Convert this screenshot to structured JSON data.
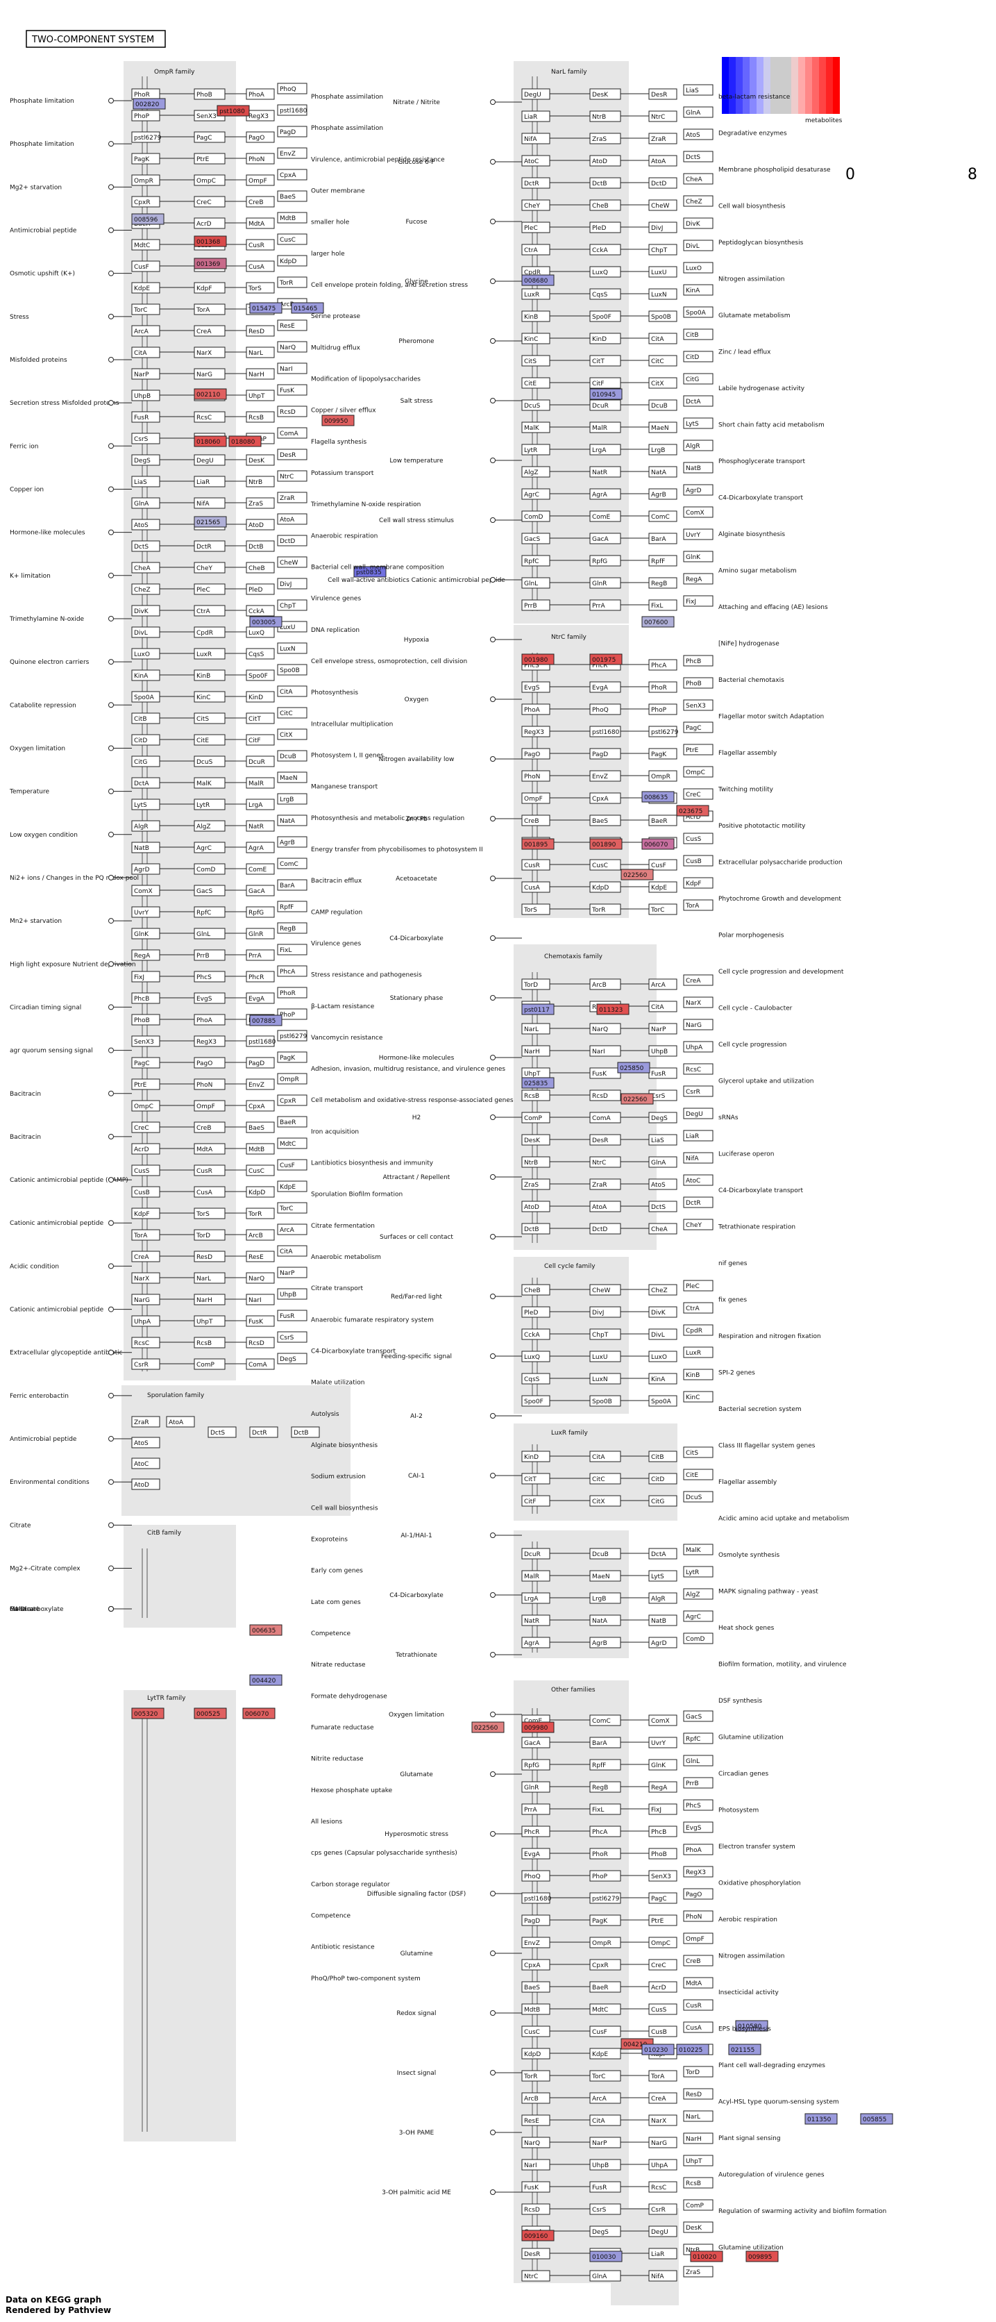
{
  "title": "TWO-COMPONENT SYSTEM",
  "legend": {
    "label": "metabolites",
    "min_value": "0",
    "max_value": "8",
    "colors": [
      "#0000ff",
      "#2222ff",
      "#4444ff",
      "#6666ff",
      "#8888ff",
      "#aaaaff",
      "#ccccee",
      "#cccccc",
      "#cccccc",
      "#cccccc",
      "#eecccc",
      "#ffaaaa",
      "#ff8888",
      "#ff6666",
      "#ff4444",
      "#ff2222",
      "#ff0000"
    ]
  },
  "footer": {
    "line1": "Data on KEGG graph",
    "line2": "Rendered by Pathview"
  },
  "families": [
    "OmpR family",
    "NarL family",
    "NtrC family",
    "Chemotaxis family",
    "Cell cycle family",
    "Sporulation family",
    "LuxR family",
    "CitB family",
    "LytTR family",
    "Other families"
  ],
  "signals_left": [
    "Phosphate limitation",
    "Phosphate limitation",
    "Mg2+ starvation",
    "Antimicrobial peptide",
    "Osmotic upshift (K+)",
    "Stress",
    "Misfolded proteins",
    "Secretion stress Misfolded proteins",
    "Ferric ion",
    "Copper ion",
    "Hormone-like molecules",
    "K+ limitation",
    "Trimethylamine N-oxide",
    "Quinone electron carriers",
    "Catabolite repression",
    "Oxygen limitation",
    "Temperature",
    "Low oxygen condition",
    "Ni2+ ions / Changes in the PQ redox pool",
    "Mn2+ starvation",
    "High light exposure Nutrient deprivation",
    "Circadian timing signal",
    "agr quorum sensing signal",
    "Bacitracin",
    "Bacitracin",
    "Cationic antimicrobial peptide (CAMP)",
    "Cationic antimicrobial peptide",
    "Acidic condition",
    "Cationic antimicrobial peptide",
    "Extracellular glycopeptide antibiotic",
    "Ferric enterobactin",
    "Antimicrobial peptide",
    "Environmental conditions",
    "Citrate",
    "Mg2+-Citrate complex",
    "Fumarate",
    "C4-Dicarboxylate",
    "Malate"
  ],
  "signals_middle": [
    "Nitrate / Nitrite",
    "Glucose 6-P",
    "Fucose",
    "Glycine",
    "Pheromone",
    "Salt stress",
    "Low temperature",
    "Cell wall stress stimulus",
    "Cell wall-active antibiotics Cationic antimicrobial peptide",
    "Hypoxia",
    "Oxygen",
    "Nitrogen availability low",
    "Zn / Pb",
    "Acetoacetate",
    "C4-Dicarboxylate",
    "Stationary phase",
    "Hormone-like molecules",
    "H2",
    "Attractant / Repellent",
    "Surfaces or cell contact",
    "Red/Far-red light",
    "Feeding-specific signal",
    "AI-2",
    "CAI-1",
    "AI-1/HAI-1",
    "C4-Dicarboxylate",
    "Tetrathionate",
    "Oxygen limitation",
    "Glutamate",
    "Hyperosmotic stress",
    "Diffusible signaling factor (DSF)",
    "Glutamine",
    "Redox signal",
    "Insect signal",
    "3-OH PAME",
    "3-OH palmitic acid ME"
  ],
  "genes": [
    "PhoR",
    "PhoB",
    "PhoA",
    "PhoQ",
    "PhoP",
    "SenX3",
    "RegX3",
    "pstl1680",
    "pstl6279",
    "PagC",
    "PagO",
    "PagD",
    "PagK",
    "PtrE",
    "PhoN",
    "EnvZ",
    "OmpR",
    "OmpC",
    "OmpF",
    "CpxA",
    "CpxR",
    "CreC",
    "CreB",
    "BaeS",
    "BaeR",
    "AcrD",
    "MdtA",
    "MdtB",
    "MdtC",
    "CusS",
    "CusR",
    "CusC",
    "CusF",
    "CusB",
    "CusA",
    "KdpD",
    "KdpE",
    "KdpF",
    "TorS",
    "TorR",
    "TorC",
    "TorA",
    "TorD",
    "ArcB",
    "ArcA",
    "CreA",
    "ResD",
    "ResE",
    "CitA",
    "NarX",
    "NarL",
    "NarQ",
    "NarP",
    "NarG",
    "NarH",
    "NarI",
    "UhpB",
    "UhpA",
    "UhpT",
    "FusK",
    "FusR",
    "RcsC",
    "RcsB",
    "RcsD",
    "CsrS",
    "CsrR",
    "ComP",
    "ComA",
    "DegS",
    "DegU",
    "DesK",
    "DesR",
    "LiaS",
    "LiaR",
    "NtrB",
    "NtrC",
    "GlnA",
    "NifA",
    "ZraS",
    "ZraR",
    "AtoS",
    "AtoC",
    "AtoD",
    "AtoA",
    "DctS",
    "DctR",
    "DctB",
    "DctD",
    "CheA",
    "CheY",
    "CheB",
    "CheW",
    "CheZ",
    "PleC",
    "PleD",
    "DivJ",
    "DivK",
    "CtrA",
    "CckA",
    "ChpT",
    "DivL",
    "CpdR",
    "LuxQ",
    "LuxU",
    "LuxO",
    "LuxR",
    "CqsS",
    "LuxN",
    "KinA",
    "KinB",
    "Spo0F",
    "Spo0B",
    "Spo0A",
    "KinC",
    "KinD",
    "CitA",
    "CitB",
    "CitS",
    "CitT",
    "CitC",
    "CitD",
    "CitE",
    "CitF",
    "CitX",
    "CitG",
    "DcuS",
    "DcuR",
    "DcuB",
    "DctA",
    "MalK",
    "MalR",
    "MaeN",
    "LytS",
    "LytR",
    "LrgA",
    "LrgB",
    "AlgR",
    "AlgZ",
    "NatR",
    "NatA",
    "NatB",
    "AgrC",
    "AgrA",
    "AgrB",
    "AgrD",
    "ComD",
    "ComE",
    "ComC",
    "ComX",
    "GacS",
    "GacA",
    "BarA",
    "UvrY",
    "RpfC",
    "RpfG",
    "RpfF",
    "GlnK",
    "GlnL",
    "GlnR",
    "RegB",
    "RegA",
    "PrrB",
    "PrrA",
    "FixL",
    "FixJ",
    "PhcS",
    "PhcR",
    "PhcA",
    "PhcB",
    "EvgS",
    "EvgA"
  ],
  "annotations": [
    "Phosphate assimilation",
    "Phosphate assimilation",
    "Virulence, antimicrobial peptide resistance",
    "Outer membrane",
    "smaller hole",
    "larger hole",
    "Cell envelope protein folding, and secretion stress",
    "Serine protease",
    "Multidrug efflux",
    "Modification of lipopolysaccharides",
    "Copper / silver efflux",
    "Flagella synthesis",
    "Potassium transport",
    "Trimethylamine N-oxide respiration",
    "Anaerobic respiration",
    "Bacterial cell wall, membrane composition",
    "Virulence genes",
    "DNA replication",
    "Cell envelope stress, osmoprotection, cell division",
    "Photosynthesis",
    "Intracellular multiplication",
    "Photosystem I, II genes",
    "Manganese transport",
    "Photosynthesis and metabolic process regulation",
    "Energy transfer from phycobilisomes to photosystem II",
    "Bacitracin efflux",
    "CAMP regulation",
    "Virulence genes",
    "Stress resistance and pathogenesis",
    "β-Lactam resistance",
    "Vancomycin resistance",
    "Adhesion, invasion, multidrug resistance, and virulence genes",
    "Cell metabolism and oxidative-stress response-associated genes",
    "Iron acquisition",
    "Lantibiotics biosynthesis and immunity",
    "Sporulation Biofilm formation",
    "Citrate fermentation",
    "Anaerobic metabolism",
    "Citrate transport",
    "Anaerobic fumarate respiratory system",
    "C4-Dicarboxylate transport",
    "Malate utilization",
    "Autolysis",
    "Alginate biosynthesis",
    "Sodium extrusion",
    "Cell wall biosynthesis",
    "Exoproteins",
    "Early com genes",
    "Late com genes",
    "Competence",
    "Nitrate reductase",
    "Formate dehydrogenase",
    "Fumarate reductase",
    "Nitrite reductase",
    "Hexose phosphate uptake",
    "All lesions",
    "cps genes (Capsular polysaccharide synthesis)",
    "Carbon storage regulator",
    "Competence",
    "Antibiotic resistance",
    "PhoQ/PhoP two-component system",
    "beta-lactam resistance",
    "Degradative enzymes",
    "Membrane phospholipid desaturase",
    "Cell wall biosynthesis",
    "Peptidoglycan biosynthesis",
    "Nitrogen assimilation",
    "Glutamate metabolism",
    "Zinc / lead efflux",
    "Labile hydrogenase activity",
    "Short chain fatty acid metabolism",
    "Phosphoglycerate transport",
    "C4-Dicarboxylate transport",
    "Alginate biosynthesis",
    "Amino sugar metabolism",
    "Attaching and effacing (AE) lesions",
    "[NiFe] hydrogenase",
    "Bacterial chemotaxis",
    "Flagellar motor switch Adaptation",
    "Flagellar assembly",
    "Twitching motility",
    "Positive phototactic motility",
    "Extracellular polysaccharide production",
    "Phytochrome Growth and development",
    "Polar morphogenesis",
    "Cell cycle progression and development",
    "Cell cycle - Caulobacter",
    "Cell cycle progression",
    "Glycerol uptake and utilization",
    "sRNAs",
    "Luciferase operon",
    "C4-Dicarboxylate transport",
    "Tetrathionate respiration",
    "nif genes",
    "fix genes",
    "Respiration and nitrogen fixation",
    "SPI-2 genes",
    "Bacterial secretion system",
    "Class III flagellar system genes",
    "Flagellar assembly",
    "Acidic amino acid uptake and metabolism",
    "Osmolyte synthesis",
    "MAPK signaling pathway - yeast",
    "Heat shock genes",
    "Biofilm formation, motility, and virulence",
    "DSF synthesis",
    "Glutamine utilization",
    "Circadian genes",
    "Photosystem",
    "Electron transfer system",
    "Oxidative phosphorylation",
    "Aerobic respiration",
    "Nitrogen assimilation",
    "Insecticidal activity",
    "EPS biosynthesis",
    "Plant cell wall-degrading enzymes",
    "Acyl-HSL type quorum-sensing system",
    "Plant signal sensing",
    "Autoregulation of virulence genes",
    "Regulation of swarming activity and biofilm formation",
    "Glutamine utilization"
  ],
  "colored_nodes": [
    {
      "label": "002820",
      "color": "#9a9adc"
    },
    {
      "label": "pst1080",
      "color": "#d94a4a"
    },
    {
      "label": "001368",
      "color": "#d94a4a"
    },
    {
      "label": "001369",
      "color": "#c86a8a"
    },
    {
      "label": "008596",
      "color": "#b0b0d8"
    },
    {
      "label": "015475",
      "color": "#9a9adc"
    },
    {
      "label": "015465",
      "color": "#9a9adc"
    },
    {
      "label": "002110",
      "color": "#e06060"
    },
    {
      "label": "009950",
      "color": "#e06060"
    },
    {
      "label": "018060",
      "color": "#e05050"
    },
    {
      "label": "018080",
      "color": "#e05050"
    },
    {
      "label": "021565",
      "color": "#b0b0d8"
    },
    {
      "label": "pst0835",
      "color": "#7070e0"
    },
    {
      "label": "003005",
      "color": "#9a9adc"
    },
    {
      "label": "007885",
      "color": "#9a9adc"
    },
    {
      "label": "006635",
      "color": "#e08080"
    },
    {
      "label": "004420",
      "color": "#9a9adc"
    },
    {
      "label": "005320",
      "color": "#e06060"
    },
    {
      "label": "000525",
      "color": "#e06060"
    },
    {
      "label": "006070",
      "color": "#e06060"
    },
    {
      "label": "008680",
      "color": "#9a9adc"
    },
    {
      "label": "010945",
      "color": "#9a9adc"
    },
    {
      "label": "007600",
      "color": "#b0b0d8"
    },
    {
      "label": "001980",
      "color": "#e05050"
    },
    {
      "label": "001975",
      "color": "#e05050"
    },
    {
      "label": "008635",
      "color": "#9a9adc"
    },
    {
      "label": "022560",
      "color": "#e08080"
    },
    {
      "label": "023675",
      "color": "#e06060"
    },
    {
      "label": "001895",
      "color": "#e06060"
    },
    {
      "label": "001890",
      "color": "#e06060"
    },
    {
      "label": "006070",
      "color": "#c870a0"
    },
    {
      "label": "pst0117",
      "color": "#9a9adc"
    },
    {
      "label": "011323",
      "color": "#e05050"
    },
    {
      "label": "025850",
      "color": "#9a9adc"
    },
    {
      "label": "025835",
      "color": "#9a9adc"
    },
    {
      "label": "022560",
      "color": "#e08080"
    },
    {
      "label": "009980",
      "color": "#e05050"
    },
    {
      "label": "022560",
      "color": "#e08080"
    },
    {
      "label": "004210",
      "color": "#e06060"
    },
    {
      "label": "010580",
      "color": "#9a9adc"
    },
    {
      "label": "010230",
      "color": "#9a9adc"
    },
    {
      "label": "010225",
      "color": "#9a9adc"
    },
    {
      "label": "021155",
      "color": "#9a9adc"
    },
    {
      "label": "011350",
      "color": "#9a9adc"
    },
    {
      "label": "005855",
      "color": "#9a9adc"
    },
    {
      "label": "009160",
      "color": "#e05050"
    },
    {
      "label": "010030",
      "color": "#9a9adc"
    },
    {
      "label": "010020",
      "color": "#e05050"
    },
    {
      "label": "009895",
      "color": "#e05050"
    }
  ]
}
